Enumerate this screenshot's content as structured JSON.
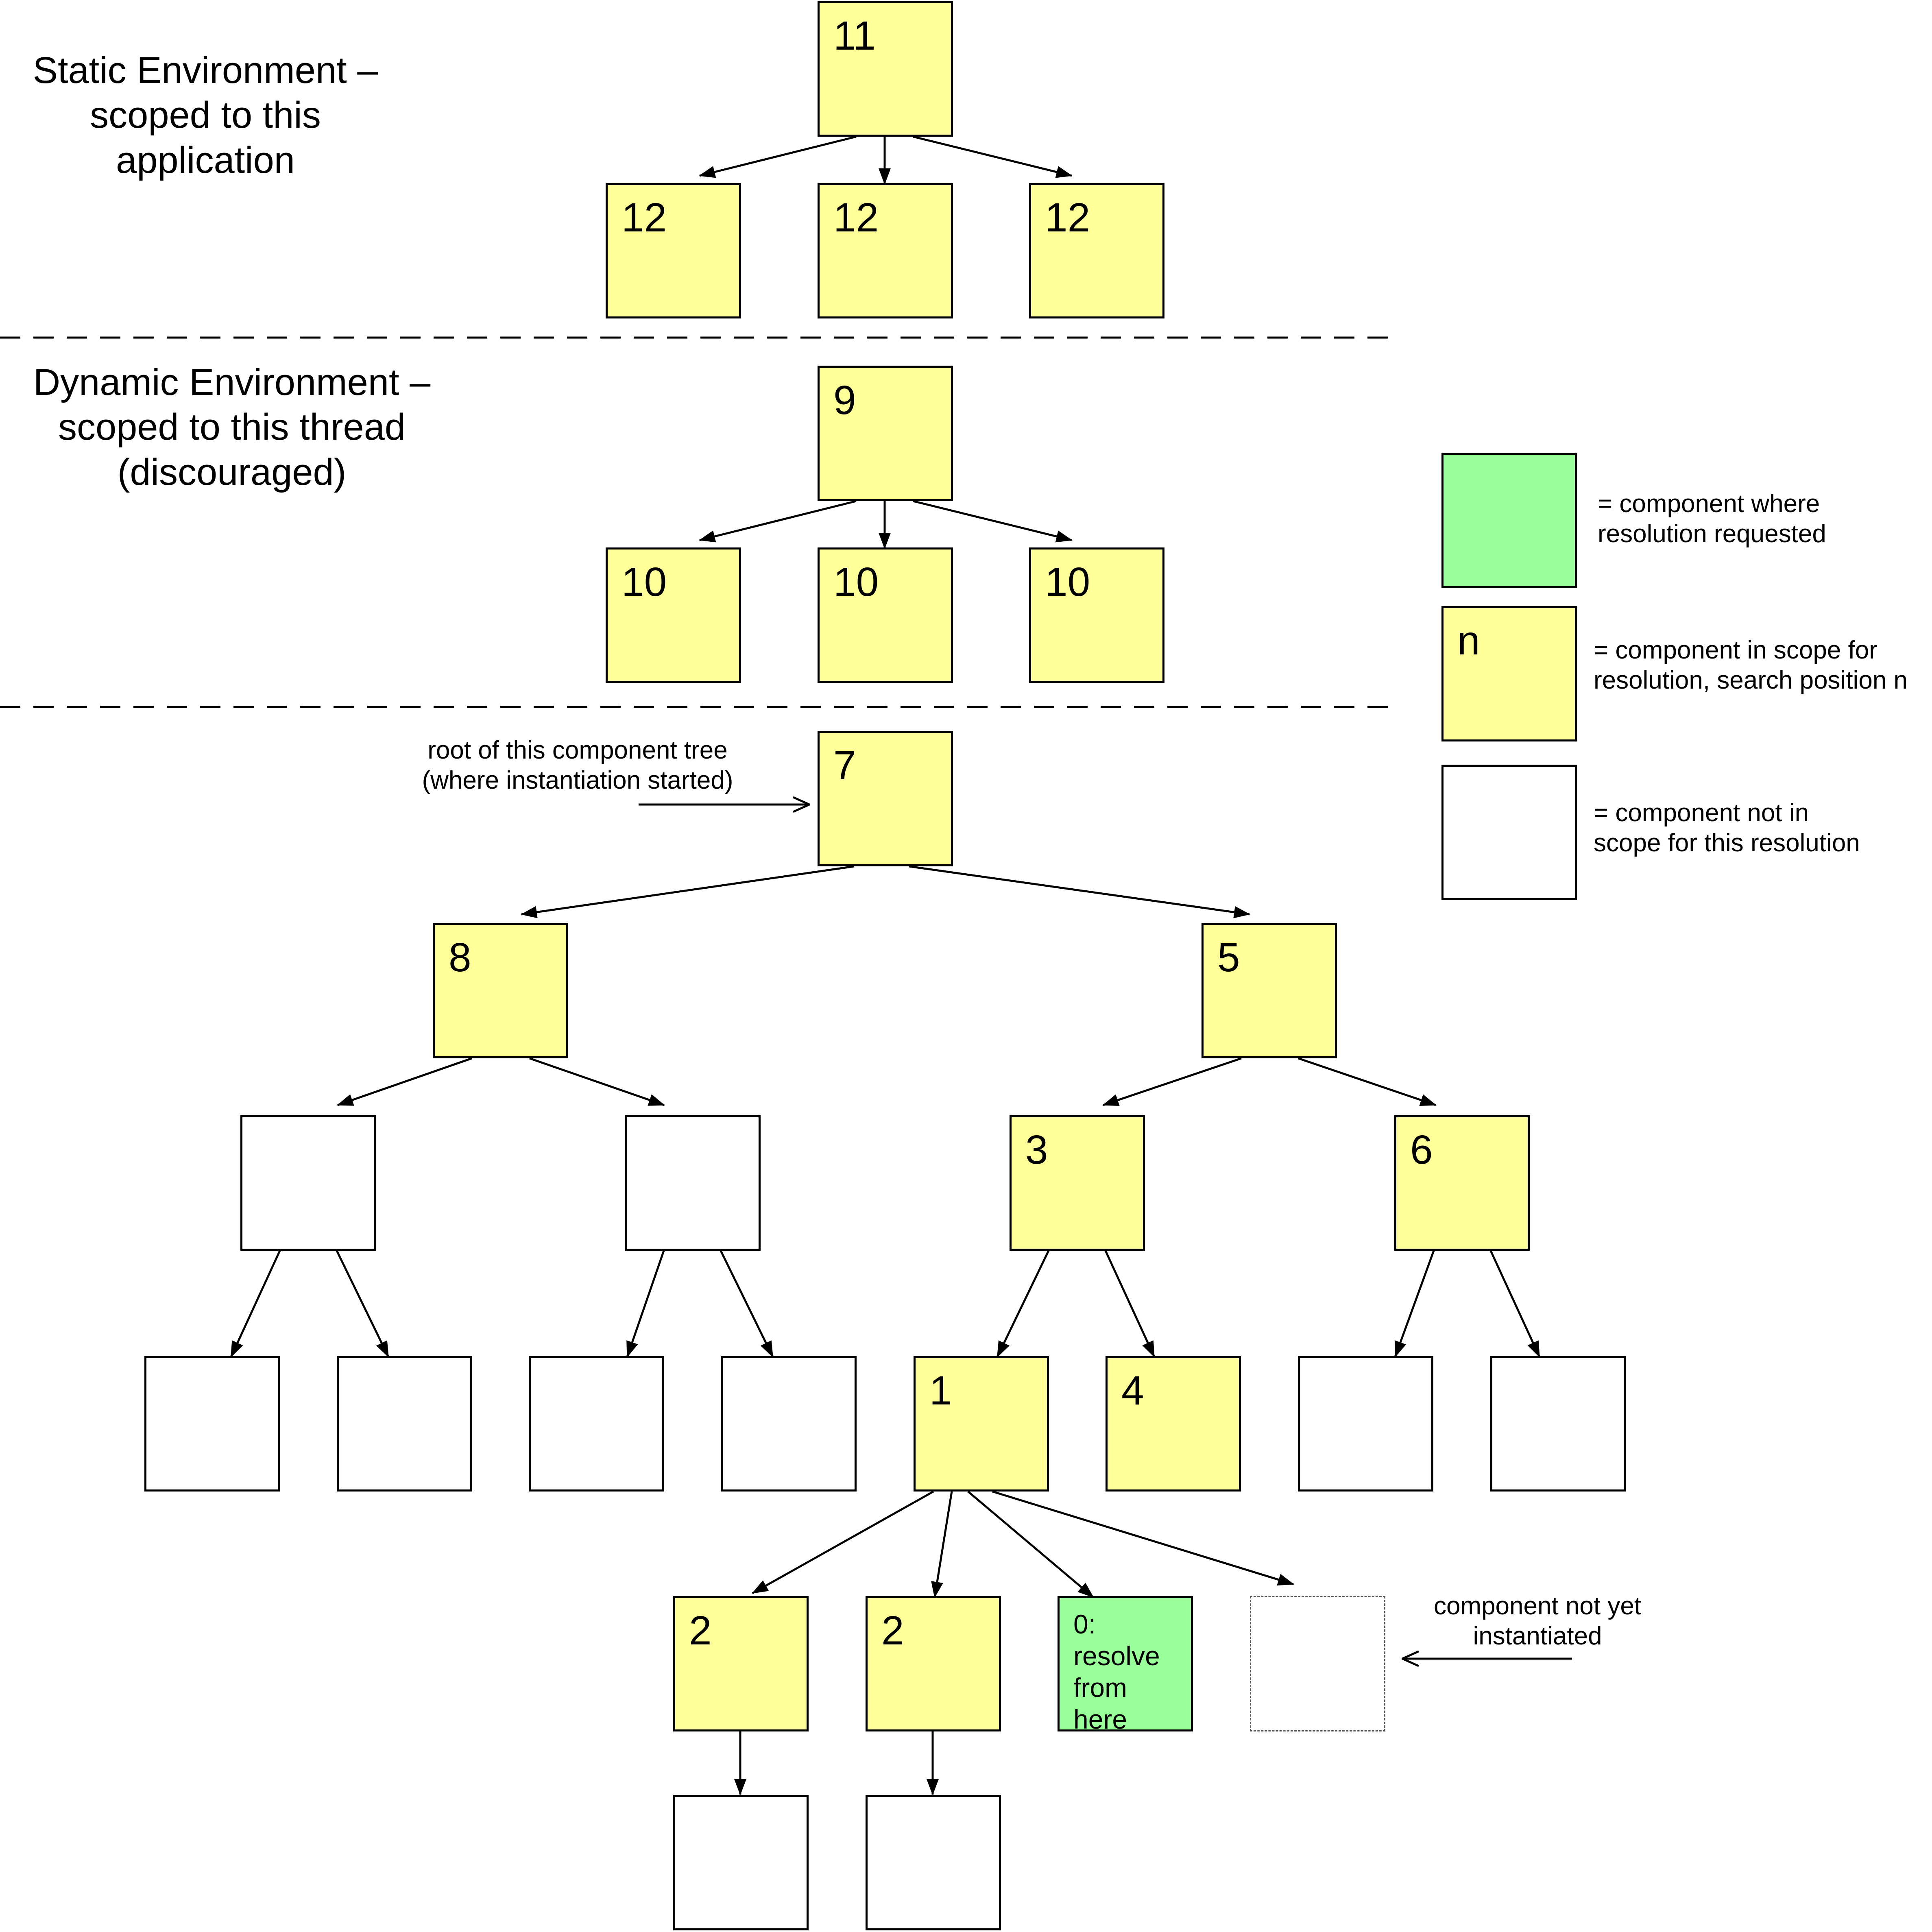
{
  "sections": {
    "static": "Static Environment –\nscoped to this\napplication",
    "dynamic": "Dynamic Environment –\nscoped to this thread\n(discouraged)"
  },
  "notes": {
    "root": "root of this component tree\n(where instantiation started)",
    "pending": "component not yet\ninstantiated"
  },
  "legend": {
    "requested": "= component where\nresolution requested",
    "in_scope_marker": "n",
    "in_scope": "= component in scope for\nresolution, search position n",
    "not_in_scope": "= component not in\nscope for this resolution"
  },
  "nodes": {
    "static_root": "11",
    "static_child_a": "12",
    "static_child_b": "12",
    "static_child_c": "12",
    "dynamic_root": "9",
    "dynamic_child_a": "10",
    "dynamic_child_b": "10",
    "dynamic_child_c": "10",
    "tree_root": "7",
    "left_branch": "8",
    "right_branch": "5",
    "node_3": "3",
    "node_6": "6",
    "node_1": "1",
    "node_4": "4",
    "child_2a": "2",
    "child_2b": "2",
    "resolve_here": "0:\nresolve\nfrom\nhere"
  },
  "colors": {
    "in_scope": "#ffff99",
    "requested": "#99ff99",
    "not_in_scope": "#ffffff"
  }
}
